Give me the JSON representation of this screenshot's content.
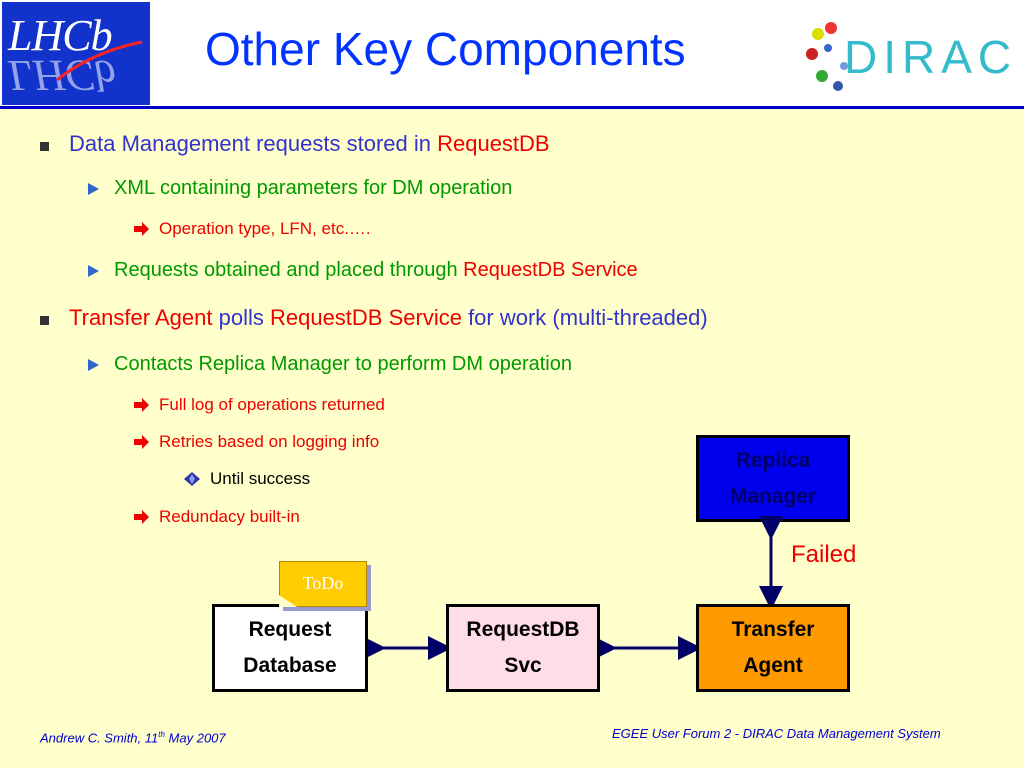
{
  "header": {
    "title": "Other Key Components",
    "lhcb_logo_text": "LHCb",
    "dirac_logo_text": "DIRAC"
  },
  "bullets": [
    {
      "level": 1,
      "parts": [
        {
          "text": "Data Management requests stored in ",
          "color": "blue"
        },
        {
          "text": "RequestDB",
          "color": "red"
        }
      ]
    },
    {
      "level": 2,
      "parts": [
        {
          "text": "XML containing parameters for DM operation",
          "color": "green"
        }
      ]
    },
    {
      "level": 3,
      "parts": [
        {
          "text": "Operation type, LFN, etc.….",
          "color": "red"
        }
      ]
    },
    {
      "level": 2,
      "parts": [
        {
          "text": "Requests obtained and placed through ",
          "color": "green"
        },
        {
          "text": "RequestDB Service",
          "color": "red"
        }
      ]
    },
    {
      "level": 1,
      "parts": [
        {
          "text": "Transfer Agent",
          "color": "red"
        },
        {
          "text": " polls ",
          "color": "blue"
        },
        {
          "text": "RequestDB Service",
          "color": "red"
        },
        {
          "text": " for work (multi-threaded)",
          "color": "blue"
        }
      ]
    },
    {
      "level": 2,
      "parts": [
        {
          "text": "Contacts Replica Manager  to perform DM operation",
          "color": "green"
        }
      ]
    },
    {
      "level": 3,
      "parts": [
        {
          "text": "Full log of operations returned",
          "color": "red"
        }
      ]
    },
    {
      "level": 3,
      "parts": [
        {
          "text": "Retries based on logging info",
          "color": "red"
        }
      ]
    },
    {
      "level": 4,
      "parts": [
        {
          "text": "Until success",
          "color": "black"
        }
      ]
    },
    {
      "level": 3,
      "parts": [
        {
          "text": "Redundacy built-in",
          "color": "red"
        }
      ]
    }
  ],
  "diagram": {
    "todo_note": "ToDo",
    "failed_label": "Failed",
    "boxes": {
      "request_database": [
        "Request",
        "Database"
      ],
      "requestdb_svc": [
        "RequestDB",
        "Svc"
      ],
      "transfer_agent": [
        "Transfer",
        "Agent"
      ],
      "replica_manager": [
        "Replica",
        "Manager"
      ]
    }
  },
  "footer": {
    "author": "Andrew C. Smith,  11",
    "author_sup": "th",
    "date": " May 2007",
    "event": "EGEE User Forum 2  - DIRAC Data Management System"
  },
  "colors": {
    "blue": "#3333cc",
    "red": "#ee0000",
    "green": "#009900",
    "title_blue": "#0033ff",
    "replica_box": "#0000ee",
    "transfer_box": "#ff9900",
    "requestdb_box": "#ffdde6",
    "background": "#ffffcc"
  }
}
